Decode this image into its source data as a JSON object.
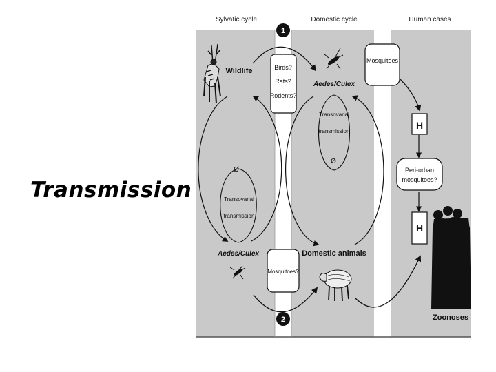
{
  "slide": {
    "title": "Transmission"
  },
  "diagram": {
    "panels": [
      {
        "heading": "Sylvatic cycle"
      },
      {
        "heading": "Domestic cycle"
      },
      {
        "heading": "Human cases"
      }
    ],
    "steps": [
      "1",
      "2"
    ],
    "sylvatic": {
      "host": "Wildlife",
      "vector": "Aedes/Culex",
      "egg_symbol": "Ø",
      "transovarial_line1": "Transovarial",
      "transovarial_line2": "transmission"
    },
    "bridge_top": {
      "line1": "Birds?",
      "line2": "Rats?",
      "line3": "Rodents?"
    },
    "bridge_bottom": "Mosquitoes?",
    "domestic": {
      "vector": "Aedes/Culex",
      "egg_symbol": "Ø",
      "transovarial_line1": "Transovarial",
      "transovarial_line2": "transmission",
      "host": "Domestic animals"
    },
    "mosquitoes_box": "Mosquitoes",
    "human": {
      "h1": "H",
      "h2": "H",
      "periurban_line1": "Peri-urban",
      "periurban_line2": "mosquitoes?",
      "zoonoses": "Zoonoses"
    }
  }
}
